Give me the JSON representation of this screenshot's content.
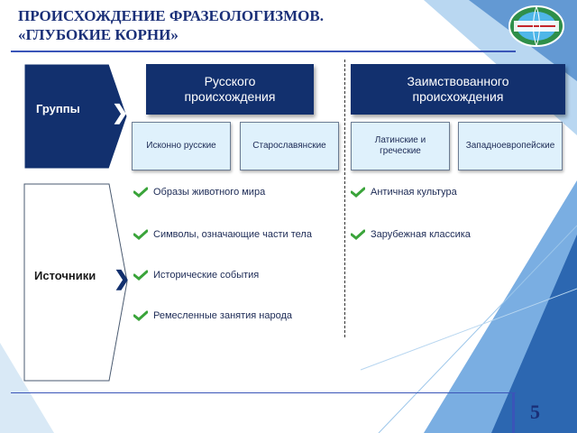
{
  "slide": {
    "title_line1": "ПРОИСХОЖДЕНИЕ ФРАЗЕОЛОГИЗМОВ.",
    "title_line2": "«ГЛУБОКИЕ КОРНИ»",
    "page_number": "5"
  },
  "groups": {
    "label": "Группы",
    "russian": {
      "line1": "Русского",
      "line2": "происхождения",
      "subgroups": [
        "Исконно русские",
        "Старославянские"
      ]
    },
    "borrowed": {
      "line1": "Заимствованного",
      "line2": "происхождения",
      "subgroups": [
        "Латинские и греческие",
        "Западноевропейские"
      ]
    }
  },
  "sources": {
    "label": "Источники",
    "russian_items": [
      "Образы животного мира",
      "Символы, означающие части тела",
      "Исторические события",
      "Ремесленные занятия народа"
    ],
    "borrowed_items": [
      "Античная культура",
      "Зарубежная классика"
    ]
  },
  "colors": {
    "title": "#1a2f78",
    "dark_box": "#12306e",
    "light_box": "#dff1fc",
    "check": "#3aa43a"
  },
  "icons": {
    "chevron": "chevron-right-icon",
    "check": "check-icon"
  }
}
